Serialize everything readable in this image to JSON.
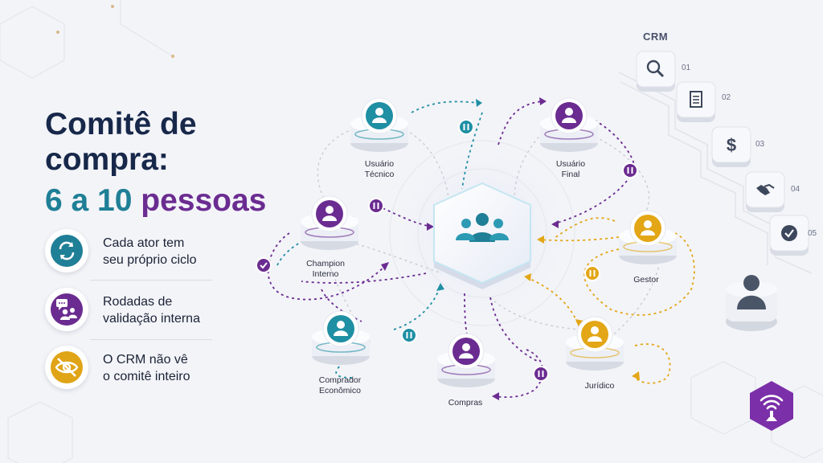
{
  "title": {
    "line1": "Comitê de",
    "line2": "compra:",
    "count_num": "6 a 10",
    "count_word": "pessoas"
  },
  "features": [
    {
      "text": "Cada ator tem\nseu próprio ciclo",
      "icon": "cycle-icon",
      "color": "#1f7f96"
    },
    {
      "text": "Rodadas de\nvalidação interna",
      "icon": "chat-people-icon",
      "color": "#6b2c91"
    },
    {
      "text": "O CRM não vê\no comitê inteiro",
      "icon": "eye-off-icon",
      "color": "#e0a417"
    }
  ],
  "diagram": {
    "center_icon": "group-icon",
    "nodes": [
      {
        "id": "usuario-tecnico",
        "label": "Usuário\nTécnico",
        "color": "#1f8fa3"
      },
      {
        "id": "usuario-final",
        "label": "Usuário\nFinal",
        "color": "#6b2c91"
      },
      {
        "id": "champion-interno",
        "label": "Champion\nInterno",
        "color": "#6b2c91"
      },
      {
        "id": "gestor",
        "label": "Gestor",
        "color": "#e3a616"
      },
      {
        "id": "comprador-economico",
        "label": "Comprador\nEconômico",
        "color": "#1f8fa3"
      },
      {
        "id": "compras",
        "label": "Compras",
        "color": "#6b2c91"
      },
      {
        "id": "juridico",
        "label": "Jurídico",
        "color": "#e3a616"
      }
    ]
  },
  "crm": {
    "label": "CRM",
    "steps": [
      {
        "num": "01",
        "icon": "search-icon"
      },
      {
        "num": "02",
        "icon": "document-icon"
      },
      {
        "num": "03",
        "icon": "dollar-icon"
      },
      {
        "num": "04",
        "icon": "handshake-icon"
      },
      {
        "num": "05",
        "icon": "checkmark-icon"
      }
    ],
    "person_icon": "person-icon"
  },
  "colors": {
    "teal": "#1f8fa3",
    "purple": "#6b2c91",
    "gold": "#e3a616",
    "navy": "#17284a"
  }
}
